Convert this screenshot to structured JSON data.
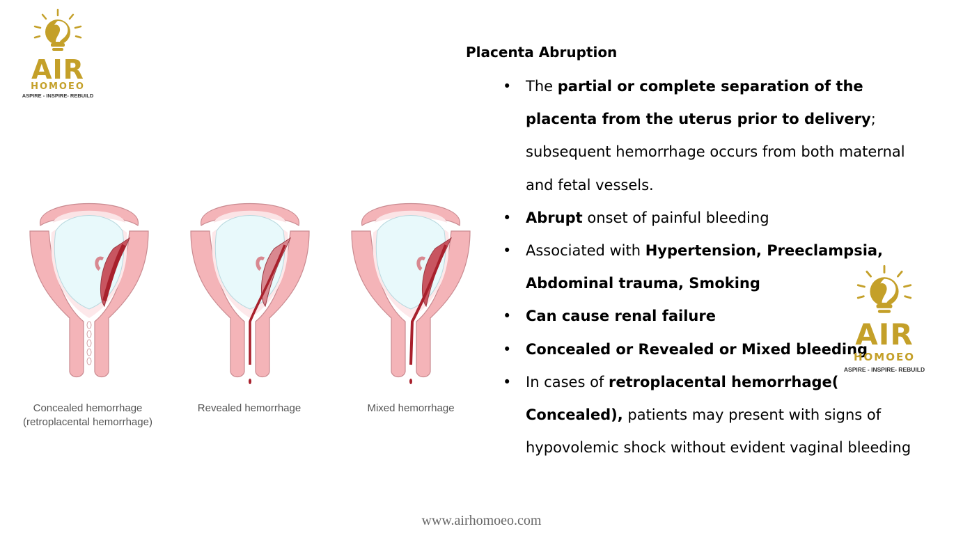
{
  "logo": {
    "name": "AIR",
    "sub": "HOMOEO",
    "tagline": "ASPIRE - INSPIRE- REBUILD"
  },
  "logo_right": {
    "name": "AIR",
    "sub": "HOMOEO",
    "tagline": "ASPIRE - INSPIRE- REBUILD"
  },
  "diagrams": [
    {
      "caption_line1": "Concealed hemorrhage",
      "caption_line2": "(retroplacental hemorrhage)"
    },
    {
      "caption_line1": "Revealed hemorrhage",
      "caption_line2": ""
    },
    {
      "caption_line1": "Mixed hemorrhage",
      "caption_line2": ""
    }
  ],
  "title": "Placenta Abruption",
  "bullets": [
    {
      "parts": [
        {
          "t": "The "
        },
        {
          "t": "partial or complete separation of the placenta from the uterus prior to delivery",
          "b": true
        },
        {
          "t": "; subsequent hemorrhage occurs from both maternal and fetal vessels."
        }
      ]
    },
    {
      "parts": [
        {
          "t": "Abrupt",
          "b": true
        },
        {
          "t": " onset of painful bleeding"
        }
      ]
    },
    {
      "parts": [
        {
          "t": "Associated with "
        },
        {
          "t": "Hypertension, Preeclampsia, Abdominal trauma, Smoking",
          "b": true
        }
      ]
    },
    {
      "parts": [
        {
          "t": "Can cause renal failure",
          "b": true
        }
      ]
    },
    {
      "parts": [
        {
          "t": "Concealed or Revealed or Mixed bleeding",
          "b": true
        }
      ]
    },
    {
      "parts": [
        {
          "t": "In cases of "
        },
        {
          "t": "retroplacental hemorrhage( Concealed),",
          "b": true
        },
        {
          "t": " patients may present with signs of hypovolemic shock without evident vaginal bleeding"
        }
      ]
    }
  ],
  "footer": "www.airhomoeo.com"
}
